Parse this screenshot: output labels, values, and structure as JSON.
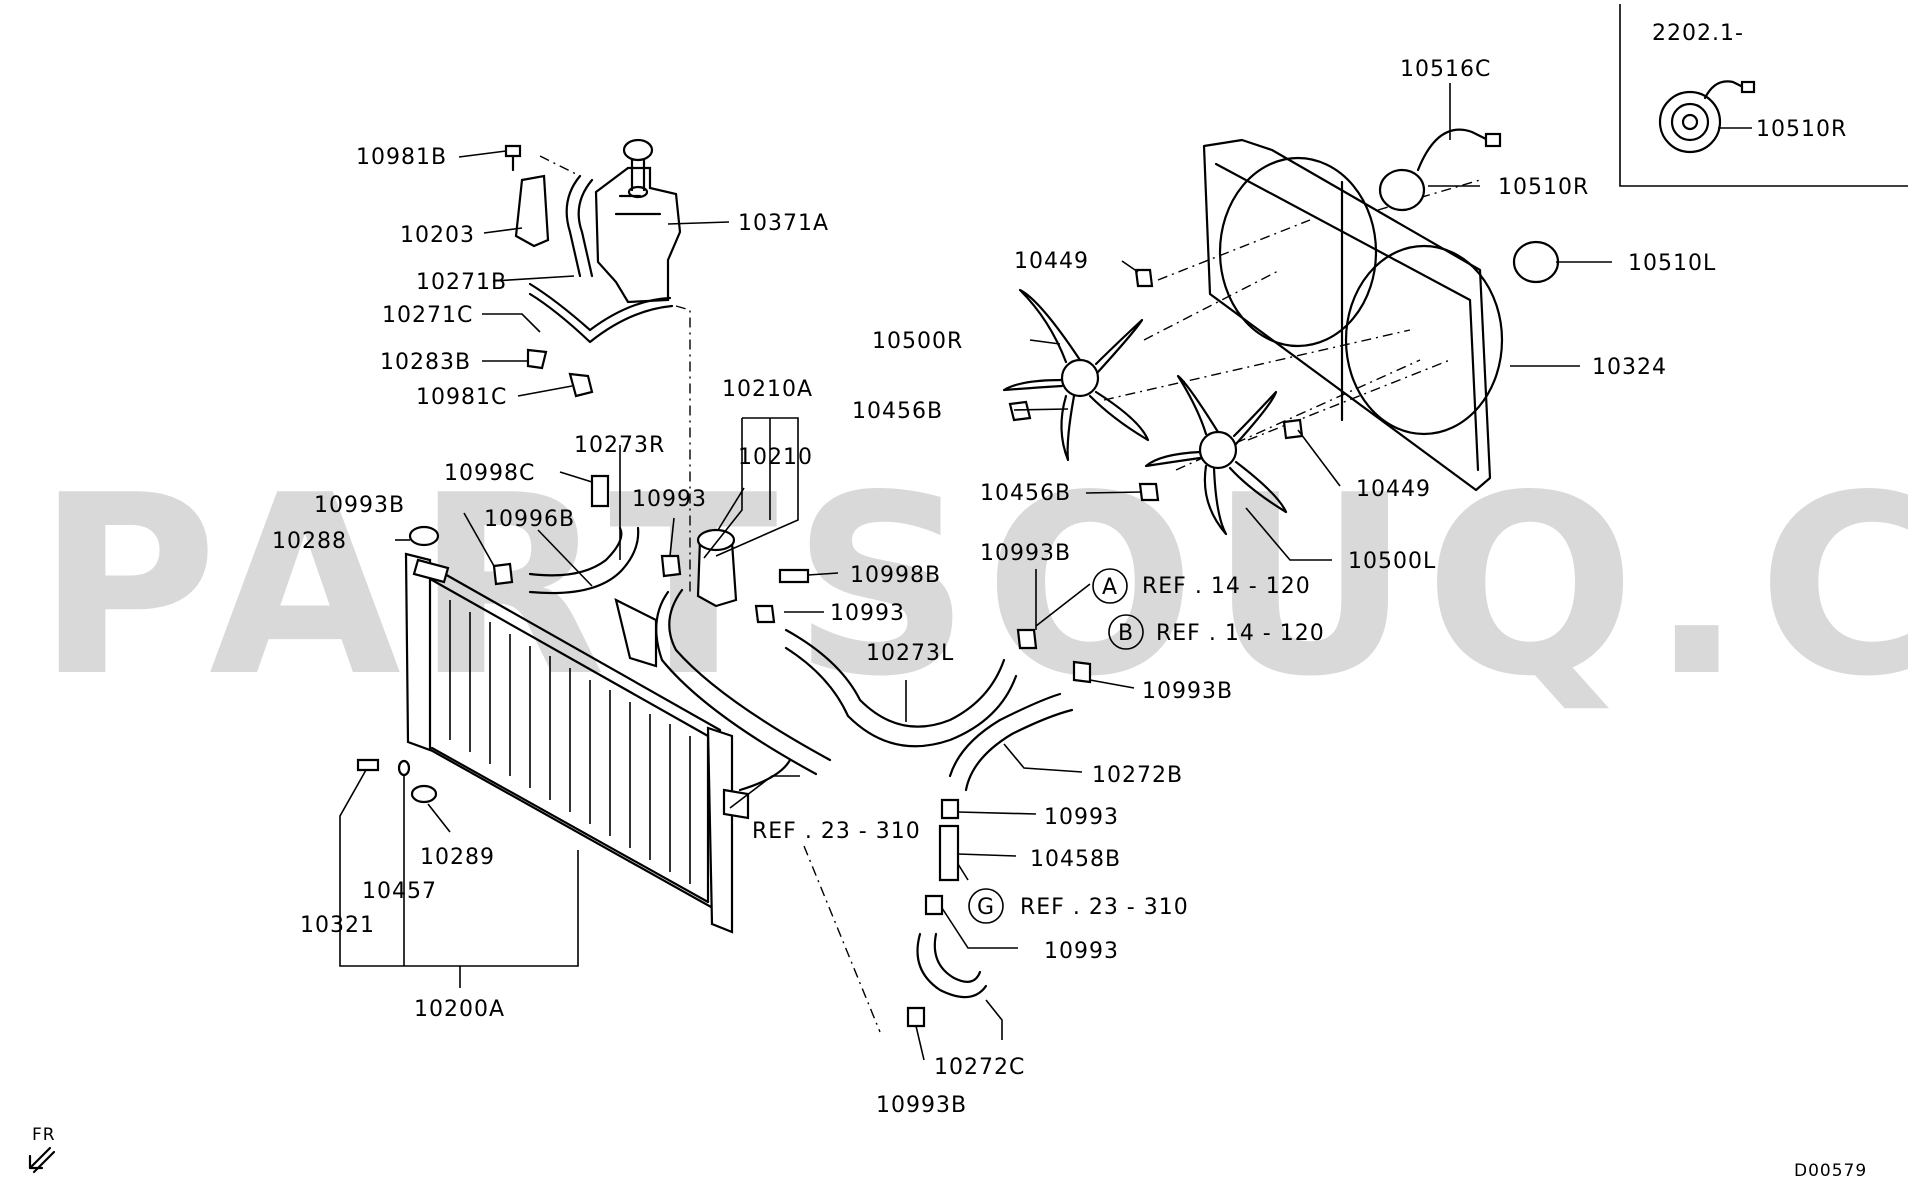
{
  "watermark": "PARTSOUQ.COM",
  "inset_title": "2202.1-",
  "diagram_code": "D00579",
  "direction_label": "FR",
  "labels": {
    "p10981B": "10981B",
    "p10203": "10203",
    "p10271B": "10271B",
    "p10271C": "10271C",
    "p10283B": "10283B",
    "p10981C": "10981C",
    "p10371A": "10371A",
    "p10210A": "10210A",
    "p10210": "10210",
    "p10273R": "10273R",
    "p10998C": "10998C",
    "p10993B_a": "10993B",
    "p10996B": "10996B",
    "p10993_a": "10993",
    "p10288": "10288",
    "p10998B": "10998B",
    "p10993_b": "10993",
    "p10993B_b": "10993B",
    "p10273L": "10273L",
    "p10993B_c": "10993B",
    "p10272B": "10272B",
    "p10993_c": "10993",
    "p10458B": "10458B",
    "p10993_d": "10993",
    "p10272C": "10272C",
    "p10993B_d": "10993B",
    "p10289": "10289",
    "p10457": "10457",
    "p10321": "10321",
    "p10200A": "10200A",
    "p10516C": "10516C",
    "p10510R": "10510R",
    "p10510R_inset": "10510R",
    "p10510L": "10510L",
    "p10449_a": "10449",
    "p10449_b": "10449",
    "p10500R": "10500R",
    "p10500L": "10500L",
    "p10456B_a": "10456B",
    "p10456B_b": "10456B",
    "p10324": "10324"
  },
  "refs": {
    "ref_a_letter": "A",
    "ref_a_text": "REF . 14 - 120",
    "ref_b_letter": "B",
    "ref_b_text": "REF . 14 - 120",
    "ref_g_letter": "G",
    "ref_g_text": "REF . 23 - 310",
    "ref_hose_text": "REF . 23 - 310"
  }
}
